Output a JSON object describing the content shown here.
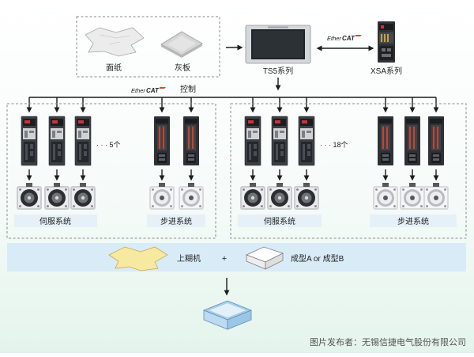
{
  "inputs": {
    "panel_label": "面纸",
    "gray_board_label": "灰板"
  },
  "hmi": {
    "label": "TS5系列"
  },
  "controller": {
    "label": "XSA系列"
  },
  "ethercat": {
    "logo_text": "EtherCAT",
    "control_label": "控制"
  },
  "left_group": {
    "servo_count_label": "· · · 5个",
    "servo_system_label": "伺服系统",
    "stepper_system_label": "步进系统"
  },
  "right_group": {
    "servo_count_label": "· · · 18个",
    "servo_system_label": "伺服系统",
    "stepper_system_label": "步进系统"
  },
  "process": {
    "paste_label": "上糊机",
    "plus_symbol": "+",
    "forming_label": "成型A or 成型B"
  },
  "watermark": "图片发布者：无锡信捷电气股份有限公司",
  "colors": {
    "drive_body": "#3b3f44",
    "stepper_accent": "#c7432f",
    "bar_fill": "#d9ebf7",
    "label_fill": "#e6f0f8",
    "box_blue": "#bcdaf2"
  }
}
